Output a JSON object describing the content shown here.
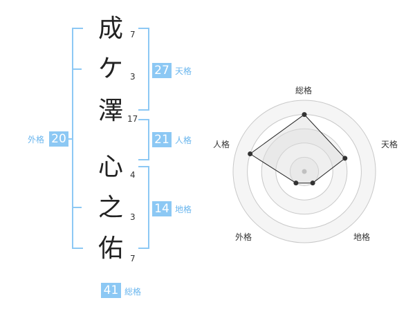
{
  "colors": {
    "accent": "#8cc8f4",
    "bracket": "#8cc8f4",
    "label": "#6ab6ee"
  },
  "name": {
    "characters": [
      "成",
      "ケ",
      "澤",
      "心",
      "之",
      "佑"
    ],
    "strokes": [
      "7",
      "3",
      "17",
      "4",
      "3",
      "7"
    ]
  },
  "fortunes": {
    "tenkaku": {
      "value": "27",
      "label": "天格"
    },
    "jinkaku": {
      "value": "21",
      "label": "人格"
    },
    "chikaku": {
      "value": "14",
      "label": "地格"
    },
    "gaikaku": {
      "value": "20",
      "label": "外格"
    },
    "soukaku": {
      "value": "41",
      "label": "総格"
    }
  },
  "chart_data": {
    "type": "radar",
    "axes": [
      "総格",
      "天格",
      "地格",
      "外格",
      "人格"
    ],
    "values": [
      4,
      3,
      1,
      1,
      4
    ],
    "max": 5,
    "rings": 5,
    "center_point": true
  }
}
